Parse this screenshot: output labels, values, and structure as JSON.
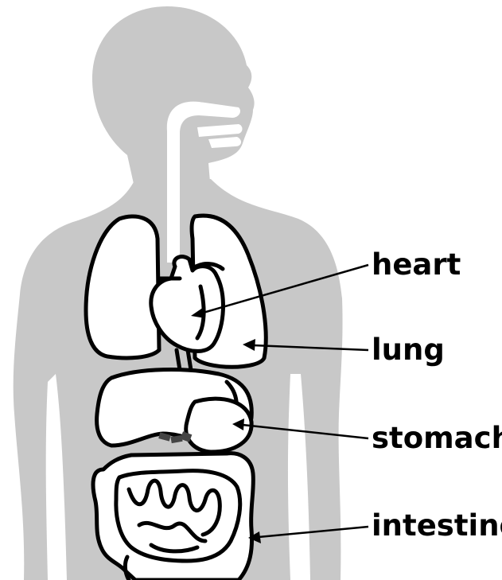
{
  "colors": {
    "silhouette": "#c8c8c8",
    "outline": "#000000",
    "organ_fill": "#ffffff",
    "background": "#ffffff"
  },
  "labels": {
    "heart": "heart",
    "lung": "lung",
    "stomach": "stomach",
    "intestine": "intestine"
  }
}
